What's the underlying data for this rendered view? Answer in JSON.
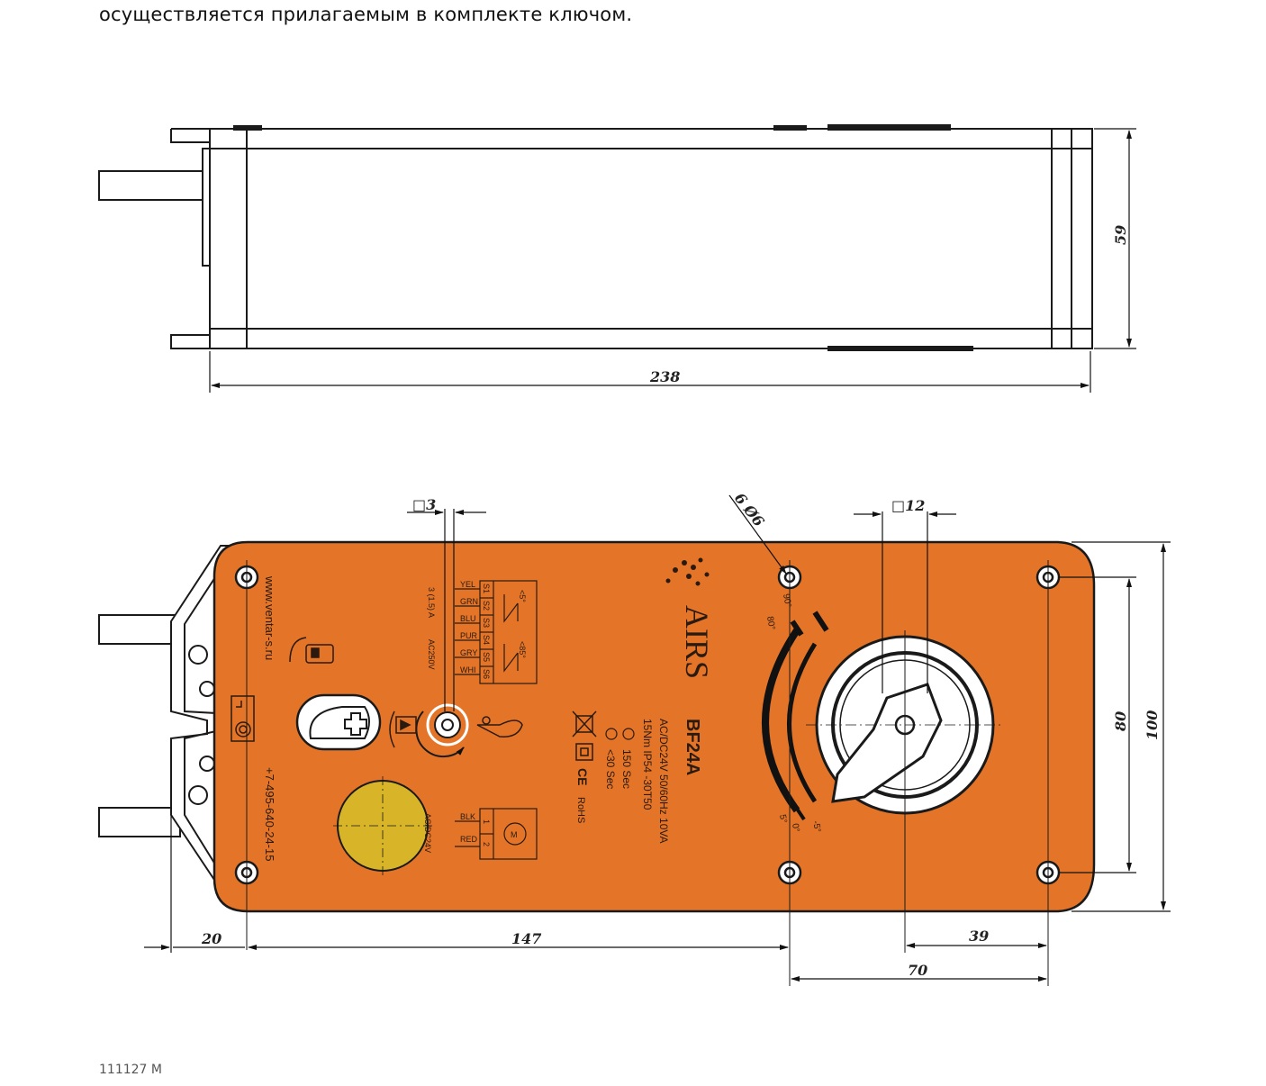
{
  "intro_text": "осуществляется прилагаемым в комплекте ключом.",
  "colors": {
    "body_orange": "#e47528",
    "line": "#1a1a1a",
    "knob_yellow": "#d8b429"
  },
  "side_view": {
    "dim_length": "238",
    "dim_height": "59"
  },
  "front_view": {
    "dim_square_small": "□3",
    "dim_square_large": "□12",
    "dim_holes": "6 Ø6",
    "dim_width_100": "100",
    "dim_width_80": "80",
    "dim_left_20": "20",
    "dim_147": "147",
    "dim_39": "39",
    "dim_70": "70",
    "website": "www.ventar-s.ru",
    "phone": "+7-495-640-24-15",
    "brand": "AIRS",
    "model": "BF24A",
    "spec_line1": "AC/DC24V 50/60Hz 10VA",
    "spec_line2": "15Nm  IP54  -30T50",
    "time_motor": "150 Sec",
    "time_spring": "<30 Sec",
    "rohs": "RoHS",
    "ce": "CE",
    "switch_rating": "3 (1.5) A",
    "switch_voltage": "AC250V",
    "wires": [
      "YEL",
      "GRN",
      "BLU",
      "PUR",
      "GRY",
      "WHI"
    ],
    "switch_terminals": [
      "S1",
      "S2",
      "S3",
      "S4",
      "S5",
      "S6"
    ],
    "switch_angle_1": "<5°",
    "switch_angle_2": "<85°",
    "motor_wires": [
      "BLK",
      "RED"
    ],
    "motor_terminals": [
      "1",
      "2"
    ],
    "motor_voltage": "AC/DC24V",
    "motor_symbol": "M",
    "scale_90": "90°",
    "scale_80": "80°",
    "scale_5": "5°",
    "scale_0": "0°",
    "scale_m5": "-5°",
    "icons": [
      "lock-icon",
      "crank-icon",
      "spring-icon",
      "weee-bin-icon",
      "double-insulation-icon"
    ]
  },
  "footer": {
    "left_fragment": "111127   М"
  }
}
